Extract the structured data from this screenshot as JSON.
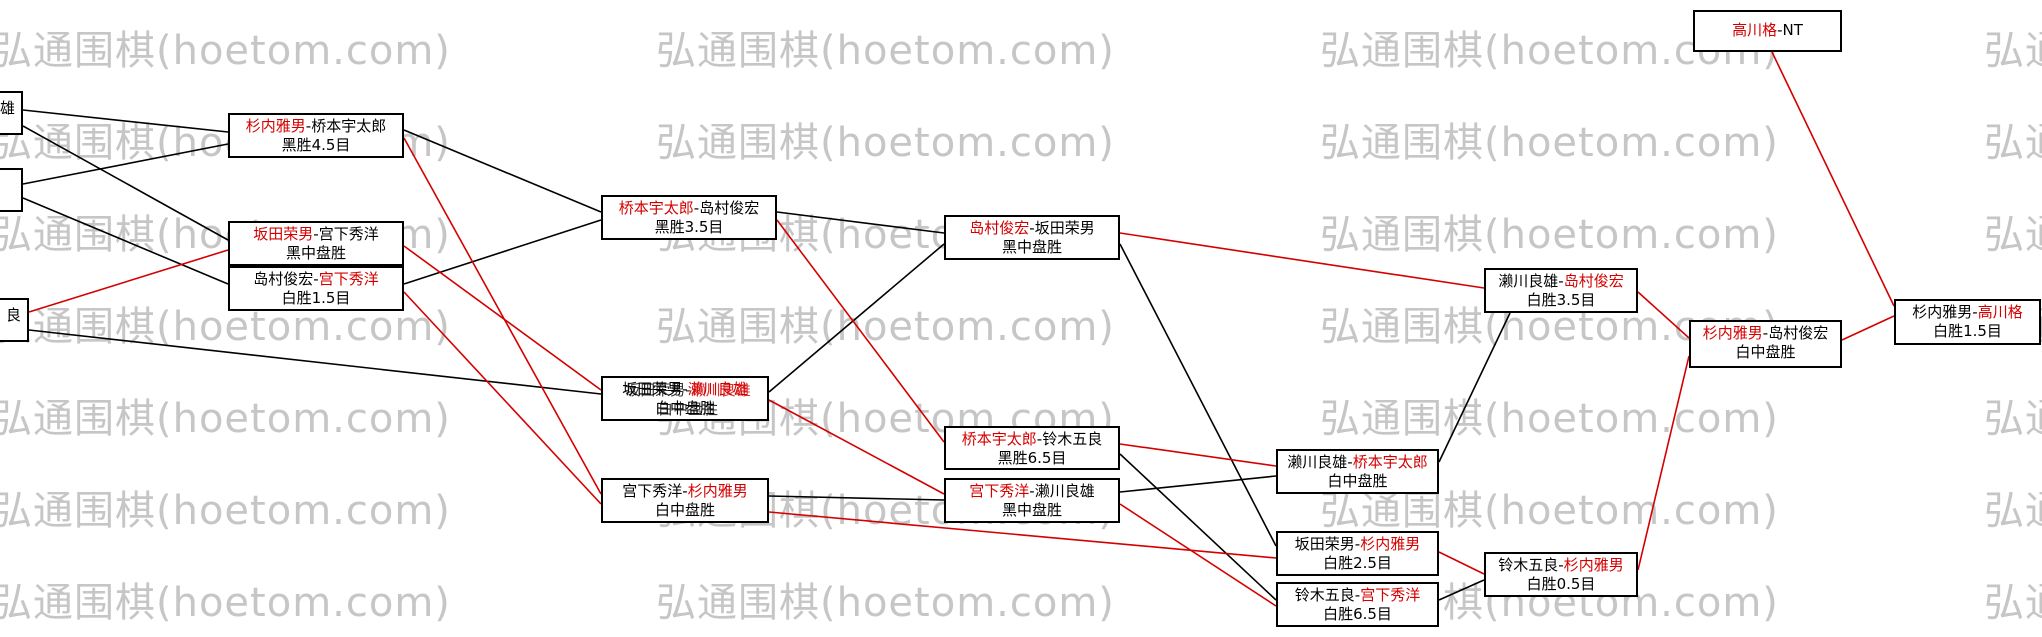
{
  "watermark": {
    "text": "弘通围棋(hoetom.com)"
  },
  "colors": {
    "winner_red": "#d40000",
    "line_black": "#000000",
    "watermark_gray": "#c6c6c6",
    "box_bg": "#ffffff"
  },
  "matches": {
    "l1": {
      "p1": "雄",
      "p2": "",
      "result": ""
    },
    "l2": {
      "p1": "",
      "p2": "",
      "result": ""
    },
    "l3": {
      "p1": "良",
      "p2": "",
      "result": ""
    },
    "a": {
      "p1": "杉内雅男",
      "p2": "-桥本宇太郎",
      "result": "黑胜4.5目"
    },
    "b": {
      "p1": "坂田荣男",
      "p2": "-宫下秀洋",
      "result": "黑中盘胜"
    },
    "c": {
      "p1": "岛村俊宏-",
      "p2": "宫下秀洋",
      "result": "白胜1.5目"
    },
    "d": {
      "p1": "桥本宇太郎",
      "p2": "-岛村俊宏",
      "result": "黑胜3.5目"
    },
    "e": {
      "p1": "坂田荣男-",
      "p2": "濑川良雄",
      "result": "白中盘胜"
    },
    "f": {
      "p1": "宫下秀洋-",
      "p2": "杉内雅男",
      "result": "白中盘胜"
    },
    "g": {
      "p1": "岛村俊宏",
      "p2": "-坂田荣男",
      "result": "黑中盘胜"
    },
    "h": {
      "p1": "桥本宇太郎",
      "p2": "-铃木五良",
      "result": "黑胜6.5目"
    },
    "i": {
      "p1": "宫下秀洋",
      "p2": "-濑川良雄",
      "result": "黑中盘胜"
    },
    "j": {
      "p1": "濑川良雄-",
      "p2": "桥本宇太郎",
      "result": "白中盘胜"
    },
    "k": {
      "p1": "坂田荣男-",
      "p2": "杉内雅男",
      "result": "白胜2.5目"
    },
    "l5": {
      "p1": "铃木五良-",
      "p2": "宫下秀洋",
      "result": "白胜6.5目"
    },
    "m": {
      "p1": "濑川良雄-",
      "p2": "岛村俊宏",
      "result": "白胜3.5目"
    },
    "n": {
      "p1": "铃木五良-",
      "p2": "杉内雅男",
      "result": "白胜0.5目"
    },
    "o": {
      "p1": "杉内雅男",
      "p2": "-岛村俊宏",
      "result": "白中盘胜"
    },
    "t": {
      "p1": "高川格",
      "p2": "-NT",
      "result": ""
    },
    "p": {
      "p1": "杉内雅男-",
      "p2": "高川格",
      "result": "白胜1.5目"
    }
  }
}
